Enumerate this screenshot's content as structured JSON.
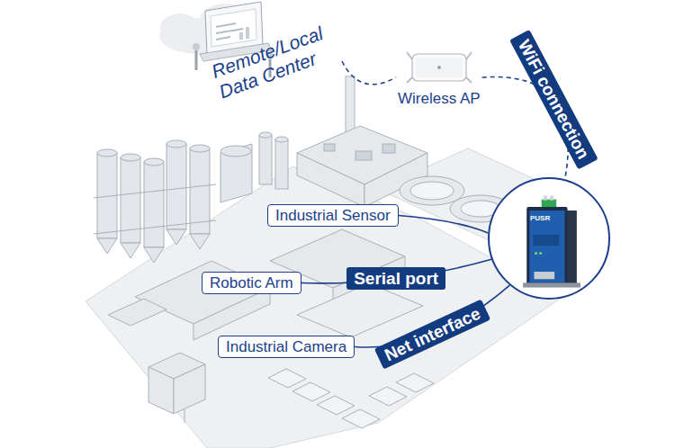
{
  "diagram": {
    "nodes": [
      {
        "text": [
          "Remote/Local Data Center"
        ]
      },
      {
        "text": [
          "Wireless AP"
        ]
      },
      {
        "text": [
          "Industrial Sensor"
        ]
      },
      {
        "text": [
          "Robotic Arm"
        ]
      },
      {
        "text": [
          "Industrial Camera"
        ]
      },
      {
        "text": [
          "PUSR"
        ]
      }
    ],
    "edges": [
      {
        "from": 0,
        "to": 1,
        "arrow": "none"
      },
      {
        "from": 1,
        "to": 5,
        "label": "WiFi connection",
        "arrow": "none"
      },
      {
        "from": 2,
        "to": 5,
        "arrow": "none"
      },
      {
        "from": 3,
        "to": 5,
        "label": "Serial port",
        "arrow": "none"
      },
      {
        "from": 4,
        "to": 5,
        "label": "Net interface",
        "arrow": "none"
      }
    ]
  }
}
